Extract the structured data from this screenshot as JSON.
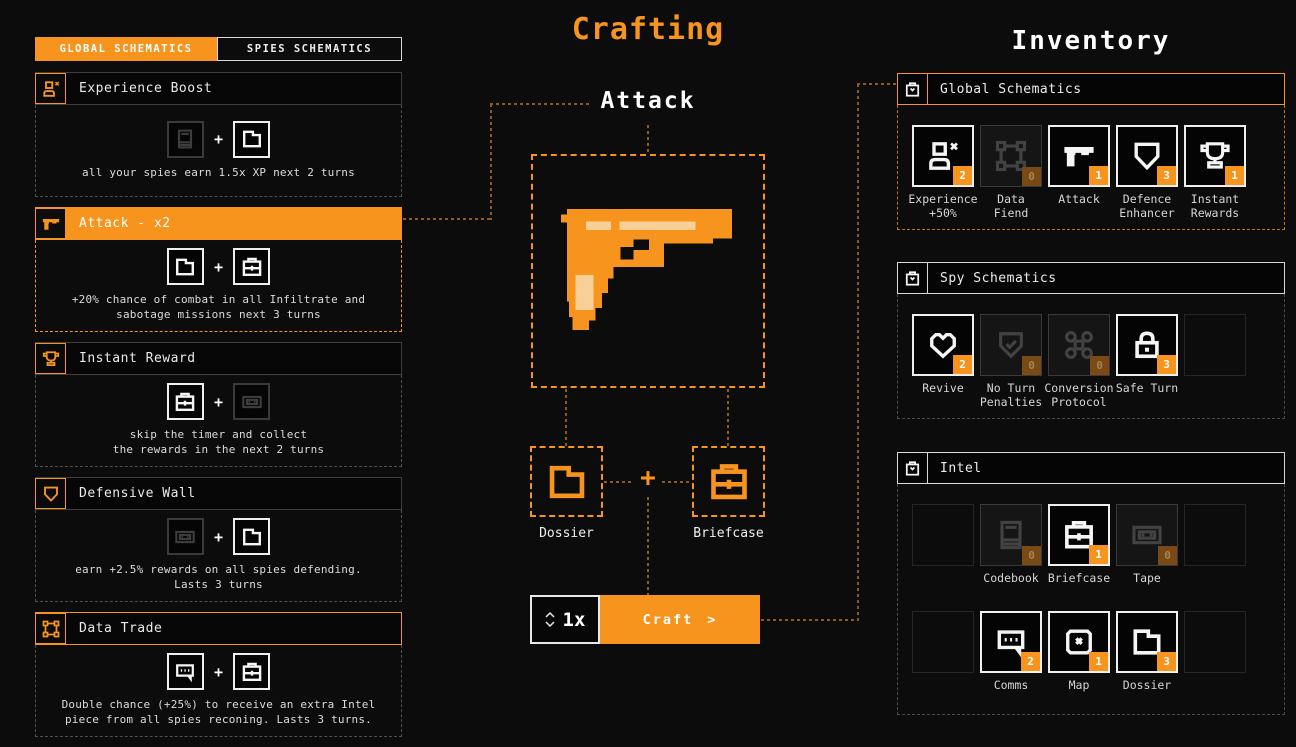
{
  "colors": {
    "accent": "#f7941e",
    "connector": "#8f5a1e",
    "dim_border": "#3a3a3a",
    "lit_border": "#efefef"
  },
  "misc": {
    "plus": "+"
  },
  "schematics_panel": {
    "tabs": [
      {
        "label": "GLOBAL SCHEMATICS",
        "active": true
      },
      {
        "label": "SPIES SCHEMATICS",
        "active": false
      }
    ],
    "items": [
      {
        "title": "Experience Boost",
        "icon": "person-icon",
        "state": "normal",
        "ingredients": [
          {
            "icon": "codebook-icon",
            "state": "dim"
          },
          {
            "icon": "folder-icon",
            "state": "lit"
          }
        ],
        "description": "all your spies earn 1.5x XP next 2 turns"
      },
      {
        "title": "Attack - x2",
        "icon": "gun-icon",
        "state": "selected",
        "ingredients": [
          {
            "icon": "folder-icon",
            "state": "lit"
          },
          {
            "icon": "briefcase-icon",
            "state": "lit"
          }
        ],
        "description": "+20% chance of combat in all Infiltrate and\nsabotage missions next 3 turns"
      },
      {
        "title": "Instant Reward",
        "icon": "trophy-icon",
        "state": "normal",
        "ingredients": [
          {
            "icon": "briefcase-icon",
            "state": "lit"
          },
          {
            "icon": "tape-icon",
            "state": "dim"
          }
        ],
        "description": "skip the timer and collect\nthe rewards in the next 2 turns"
      },
      {
        "title": "Defensive Wall",
        "icon": "shield-icon",
        "state": "normal",
        "ingredients": [
          {
            "icon": "tape-icon",
            "state": "dim"
          },
          {
            "icon": "folder-icon",
            "state": "lit"
          }
        ],
        "description": "earn +2.5% rewards on all spies defending.\nLasts 3 turns"
      },
      {
        "title": "Data Trade",
        "icon": "data-icon",
        "state": "highlighted",
        "ingredients": [
          {
            "icon": "comms-icon",
            "state": "lit"
          },
          {
            "icon": "briefcase-icon",
            "state": "lit"
          }
        ],
        "description": "Double chance (+25%) to receive an extra Intel\npiece from all spies reconing. Lasts 3 turns."
      }
    ]
  },
  "crafting": {
    "title": "Crafting",
    "selected_name": "Attack",
    "result_icon": "gun-icon",
    "ingredients": [
      {
        "label": "Dossier",
        "icon": "folder-icon"
      },
      {
        "label": "Briefcase",
        "icon": "briefcase-icon"
      }
    ],
    "plus": "+",
    "quantity": "1x",
    "stepper_icons": {
      "up": "chevron-up-icon",
      "down": "chevron-down-icon"
    },
    "craft_label": "Craft",
    "craft_arrow": ">"
  },
  "inventory": {
    "title": "Inventory",
    "sections": [
      {
        "title": "Global Schematics",
        "icon": "bag-icon",
        "highlighted": true,
        "rows": [
          [
            {
              "label": "Experience\n+50%",
              "icon": "person-icon",
              "count": "2",
              "state": "lit"
            },
            {
              "label": "Data\nFiend",
              "icon": "data-icon",
              "count": "0",
              "state": "dim"
            },
            {
              "label": "Attack",
              "icon": "gun-icon",
              "count": "1",
              "state": "lit"
            },
            {
              "label": "Defence\nEnhancer",
              "icon": "shield-icon",
              "count": "3",
              "state": "lit"
            },
            {
              "label": "Instant\nRewards",
              "icon": "trophy-icon",
              "count": "1",
              "state": "lit"
            }
          ]
        ]
      },
      {
        "title": "Spy Schematics",
        "icon": "bag-icon",
        "highlighted": false,
        "rows": [
          [
            {
              "label": "Revive",
              "icon": "heart-icon",
              "count": "2",
              "state": "lit"
            },
            {
              "label": "No Turn\nPenalties",
              "icon": "shield-check-icon",
              "count": "0",
              "state": "dim"
            },
            {
              "label": "Conversion\nProtocol",
              "icon": "command-icon",
              "count": "0",
              "state": "dim"
            },
            {
              "label": "Safe Turn",
              "icon": "lock-icon",
              "count": "3",
              "state": "lit"
            },
            {
              "label": "",
              "icon": "",
              "count": "",
              "state": "empty"
            }
          ]
        ]
      },
      {
        "title": "Intel",
        "icon": "bag-icon",
        "highlighted": false,
        "rows": [
          [
            {
              "label": "",
              "icon": "",
              "count": "",
              "state": "empty"
            },
            {
              "label": "Codebook",
              "icon": "codebook-icon",
              "count": "0",
              "state": "dim"
            },
            {
              "label": "Briefcase",
              "icon": "briefcase-icon",
              "count": "1",
              "state": "lit"
            },
            {
              "label": "Tape",
              "icon": "tape-icon",
              "count": "0",
              "state": "dim"
            },
            {
              "label": "",
              "icon": "",
              "count": "",
              "state": "empty"
            }
          ],
          [
            {
              "label": "",
              "icon": "",
              "count": "",
              "state": "empty"
            },
            {
              "label": "Comms",
              "icon": "comms-icon",
              "count": "2",
              "state": "lit"
            },
            {
              "label": "Map",
              "icon": "map-icon",
              "count": "1",
              "state": "lit"
            },
            {
              "label": "Dossier",
              "icon": "folder-icon",
              "count": "3",
              "state": "lit"
            },
            {
              "label": "",
              "icon": "",
              "count": "",
              "state": "empty"
            }
          ]
        ]
      }
    ]
  }
}
